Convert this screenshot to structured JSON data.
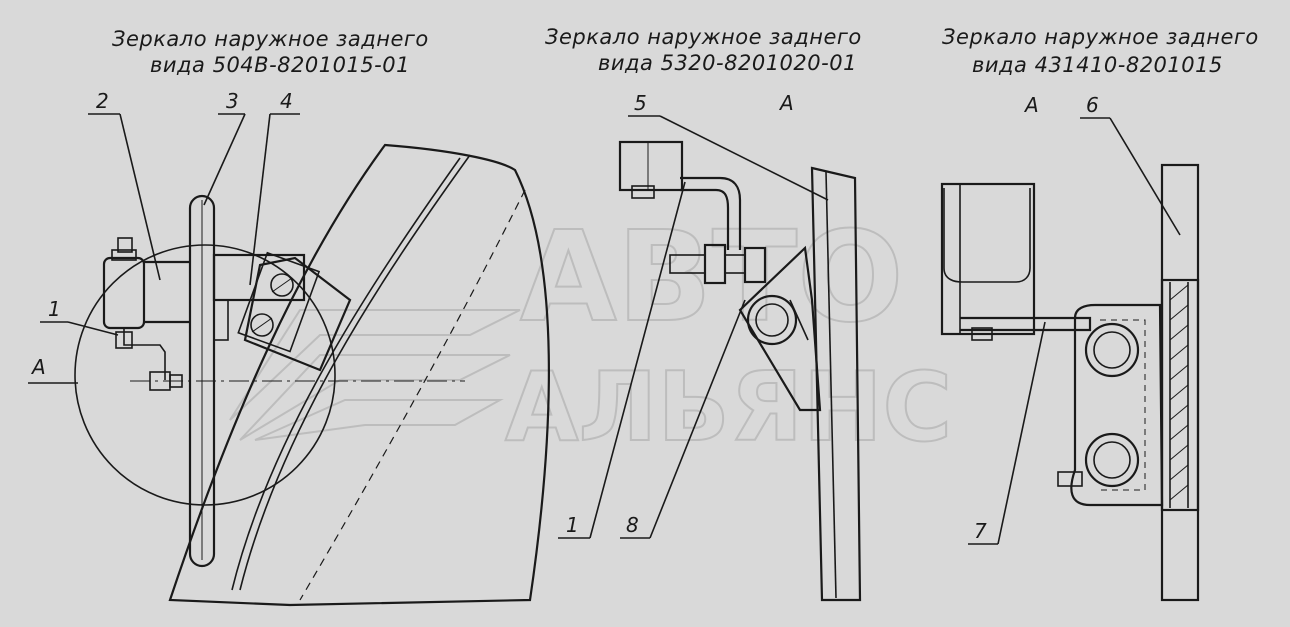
{
  "views": [
    {
      "caption_line1": "Зеркало наружное заднего",
      "caption_line2": "вида 504В-8201015-01",
      "view_label": "А",
      "callouts": [
        "2",
        "3",
        "4",
        "1"
      ]
    },
    {
      "caption_line1": "Зеркало наружное заднего",
      "caption_line2": "вида 5320-8201020-01",
      "view_label": "А",
      "callouts": [
        "5",
        "1",
        "8"
      ]
    },
    {
      "caption_line1": "Зеркало наружное заднего",
      "caption_line2": "вида 431410-8201015",
      "view_label": "А",
      "callouts": [
        "6",
        "7"
      ]
    }
  ],
  "watermark": {
    "line1": "АВТО",
    "line2": "АЛЬЯНС"
  },
  "colors": {
    "background": "#d9d9d9",
    "ink": "#1a1a1a",
    "watermark": "#bdbdbd"
  }
}
